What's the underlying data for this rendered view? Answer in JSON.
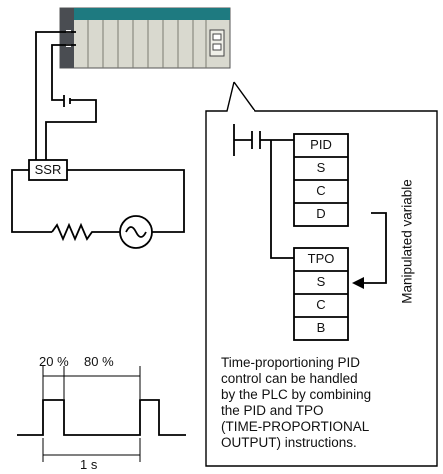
{
  "colors": {
    "plc_body": "#d9d9cf",
    "plc_dark": "#4a4d52",
    "plc_teal": "#1e7a80",
    "line": "#000000"
  },
  "icons": {
    "ac_source": "sine-wave-circle",
    "resistor": "zigzag-resistor",
    "dc_source": "battery-contacts"
  },
  "ssr_label": "SSR",
  "pid_block": {
    "title": "PID",
    "operands": [
      "S",
      "C",
      "D"
    ]
  },
  "tpo_block": {
    "title": "TPO",
    "operands": [
      "S",
      "C",
      "B"
    ]
  },
  "manipulated_variable_label": "Manipulated variable",
  "timing": {
    "on_percent": "20 %",
    "off_percent": "80 %",
    "period": "1 s"
  },
  "description": "Time-proportioning PID\ncontrol can be handled\nby the PLC by combining\nthe PID and TPO\n(TIME-PROPORTIONAL\nOUTPUT) instructions."
}
